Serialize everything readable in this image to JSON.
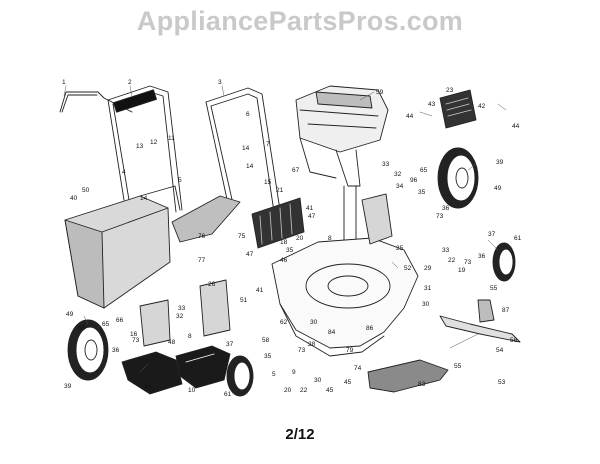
{
  "watermark": "AppliancePartsPros.com",
  "page_number": "2/12",
  "callouts": [
    {
      "id": "c1",
      "text": "1"
    },
    {
      "id": "c2",
      "text": "2"
    },
    {
      "id": "c3",
      "text": "3"
    },
    {
      "id": "c59",
      "text": "59"
    },
    {
      "id": "c23",
      "text": "23"
    },
    {
      "id": "c42",
      "text": "42"
    },
    {
      "id": "c43",
      "text": "43"
    },
    {
      "id": "c44a",
      "text": "44"
    },
    {
      "id": "c44b",
      "text": "44"
    },
    {
      "id": "c11",
      "text": "11"
    },
    {
      "id": "c12",
      "text": "12"
    },
    {
      "id": "c13",
      "text": "13"
    },
    {
      "id": "c5a",
      "text": "5"
    },
    {
      "id": "c6",
      "text": "6"
    },
    {
      "id": "c7",
      "text": "7"
    },
    {
      "id": "c4",
      "text": "4"
    },
    {
      "id": "c14a",
      "text": "14"
    },
    {
      "id": "c14b",
      "text": "14"
    },
    {
      "id": "c14c",
      "text": "14"
    },
    {
      "id": "c15",
      "text": "15"
    },
    {
      "id": "c21",
      "text": "21"
    },
    {
      "id": "c41",
      "text": "41"
    },
    {
      "id": "c47a",
      "text": "47"
    },
    {
      "id": "c67",
      "text": "67"
    },
    {
      "id": "c33a",
      "text": "33"
    },
    {
      "id": "c32",
      "text": "32"
    },
    {
      "id": "c34",
      "text": "34"
    },
    {
      "id": "c65a",
      "text": "65"
    },
    {
      "id": "c96a",
      "text": "96"
    },
    {
      "id": "c35a",
      "text": "35"
    },
    {
      "id": "c73a",
      "text": "73"
    },
    {
      "id": "c36a",
      "text": "36"
    },
    {
      "id": "c39a",
      "text": "39"
    },
    {
      "id": "c49a",
      "text": "49"
    },
    {
      "id": "c50",
      "text": "50"
    },
    {
      "id": "c40",
      "text": "40"
    },
    {
      "id": "c76",
      "text": "76"
    },
    {
      "id": "c75",
      "text": "75"
    },
    {
      "id": "c77",
      "text": "77"
    },
    {
      "id": "c18",
      "text": "18"
    },
    {
      "id": "c35b",
      "text": "35"
    },
    {
      "id": "c46",
      "text": "46"
    },
    {
      "id": "c47b",
      "text": "47"
    },
    {
      "id": "c20",
      "text": "20"
    },
    {
      "id": "c8a",
      "text": "8"
    },
    {
      "id": "c25",
      "text": "25"
    },
    {
      "id": "c33b",
      "text": "33"
    },
    {
      "id": "c22a",
      "text": "22"
    },
    {
      "id": "c73b",
      "text": "73"
    },
    {
      "id": "c19",
      "text": "19"
    },
    {
      "id": "c52",
      "text": "52"
    },
    {
      "id": "c37",
      "text": "37"
    },
    {
      "id": "c61a",
      "text": "61"
    },
    {
      "id": "c36b",
      "text": "36"
    },
    {
      "id": "c26",
      "text": "26"
    },
    {
      "id": "c30a",
      "text": "30"
    },
    {
      "id": "c29",
      "text": "29"
    },
    {
      "id": "c87",
      "text": "87"
    },
    {
      "id": "c31a",
      "text": "31"
    },
    {
      "id": "c55",
      "text": "55"
    },
    {
      "id": "c51",
      "text": "51"
    },
    {
      "id": "c41b",
      "text": "41"
    },
    {
      "id": "c62",
      "text": "62"
    },
    {
      "id": "c84",
      "text": "84"
    },
    {
      "id": "c30b",
      "text": "30"
    },
    {
      "id": "c86",
      "text": "86"
    },
    {
      "id": "c56",
      "text": "56"
    },
    {
      "id": "c54",
      "text": "54"
    },
    {
      "id": "c55b",
      "text": "55"
    },
    {
      "id": "c83",
      "text": "83"
    },
    {
      "id": "c74",
      "text": "74"
    },
    {
      "id": "c53",
      "text": "53"
    },
    {
      "id": "c45a",
      "text": "45"
    },
    {
      "id": "c65b",
      "text": "65"
    },
    {
      "id": "c66",
      "text": "66"
    },
    {
      "id": "c16",
      "text": "16"
    },
    {
      "id": "c33c",
      "text": "33"
    },
    {
      "id": "c32b",
      "text": "32"
    },
    {
      "id": "c73c",
      "text": "73"
    },
    {
      "id": "c48",
      "text": "48"
    },
    {
      "id": "c36c",
      "text": "36"
    },
    {
      "id": "c8b",
      "text": "8"
    },
    {
      "id": "c37b",
      "text": "37"
    },
    {
      "id": "c58",
      "text": "58"
    },
    {
      "id": "c35c",
      "text": "35"
    },
    {
      "id": "c28",
      "text": "28"
    },
    {
      "id": "c79",
      "text": "79"
    },
    {
      "id": "c73d",
      "text": "73"
    },
    {
      "id": "c22b",
      "text": "22"
    },
    {
      "id": "c9",
      "text": "9"
    },
    {
      "id": "c45b",
      "text": "45"
    },
    {
      "id": "c31b",
      "text": "31"
    },
    {
      "id": "c10",
      "text": "10"
    },
    {
      "id": "c61b",
      "text": "61"
    },
    {
      "id": "c39b",
      "text": "39"
    },
    {
      "id": "c49b",
      "text": "49"
    },
    {
      "id": "c20b",
      "text": "20"
    },
    {
      "id": "c5b",
      "text": "5"
    },
    {
      "id": "c30c",
      "text": "30"
    },
    {
      "id": "c65c",
      "text": "65"
    }
  ]
}
